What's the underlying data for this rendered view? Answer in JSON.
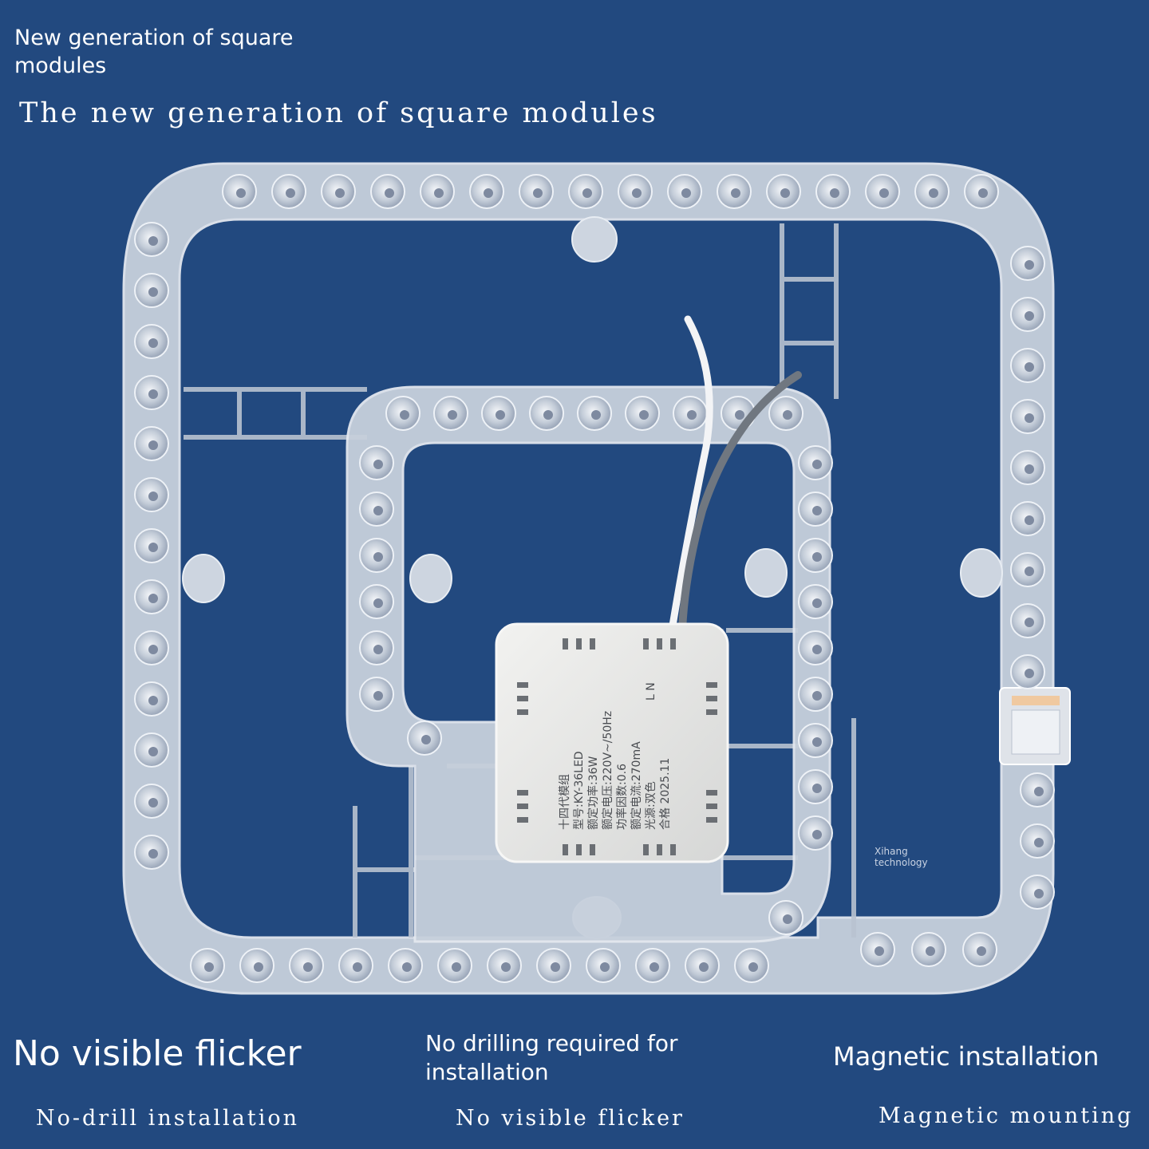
{
  "heading": {
    "line1": "New generation of square modules",
    "line2": "The new generation of square modules"
  },
  "features": {
    "f1_title": "No visible flicker",
    "f2_title": "No drilling required for installation",
    "f3_title": "Magnetic installation",
    "f1_sub": "No-drill installation",
    "f2_sub": "No visible flicker",
    "f3_sub": "Magnetic mounting"
  },
  "watermark": "Xihang technology",
  "driver_label": {
    "l1": "十四代模组",
    "l2": "型号:KY-36LED",
    "l3": "额定功率:36W",
    "l4": "额定电压:220V~/50Hz",
    "l5": "功率因数:0.6",
    "l6": "额定电流:270mA",
    "l7": "光源:双色",
    "l8": "合格 2025.11",
    "mark": "L N"
  },
  "colors": {
    "background": "#22497f",
    "panel": "#c9d2de",
    "driver": "#e6e6e4"
  }
}
